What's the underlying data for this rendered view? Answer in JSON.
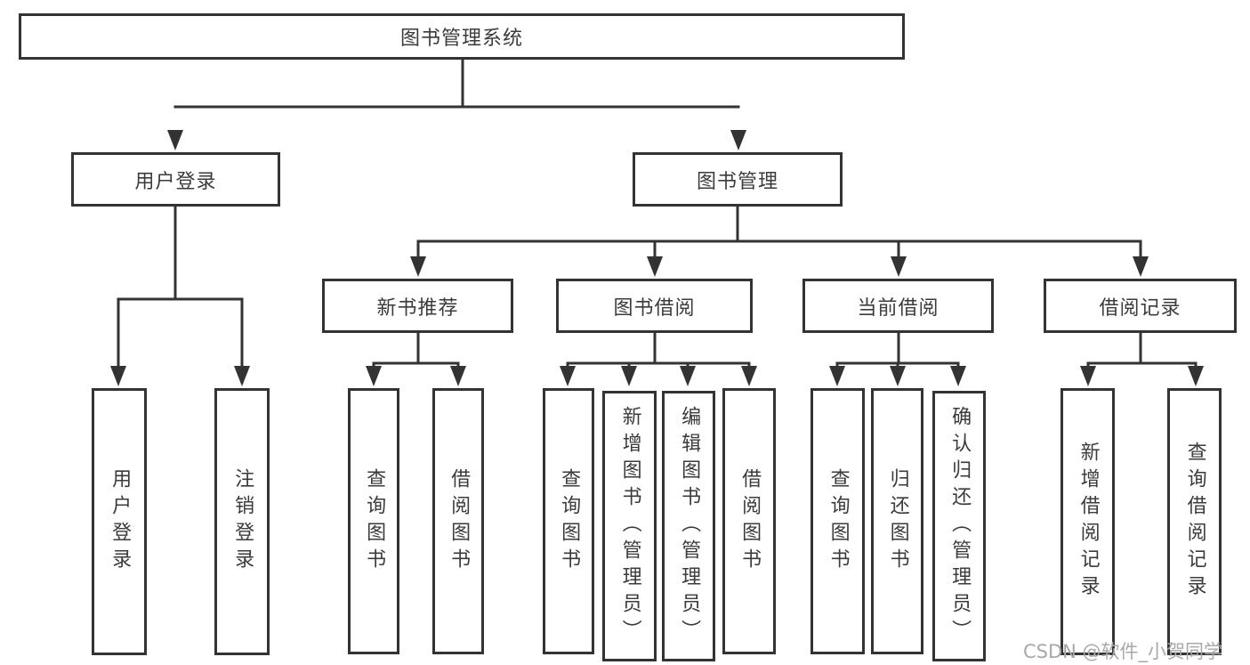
{
  "diagram": {
    "root": {
      "label": "图书管理系统"
    },
    "branches": [
      {
        "label": "用户登录",
        "children": [
          {
            "label": "用户登录"
          },
          {
            "label": "注销登录"
          }
        ]
      },
      {
        "label": "图书管理",
        "children": [
          {
            "label": "新书推荐",
            "children": [
              {
                "label": "查询图书"
              },
              {
                "label": "借阅图书"
              }
            ]
          },
          {
            "label": "图书借阅",
            "children": [
              {
                "label": "查询图书"
              },
              {
                "label": "新增图书（管理员）"
              },
              {
                "label": "编辑图书（管理员）"
              },
              {
                "label": "借阅图书"
              }
            ]
          },
          {
            "label": "当前借阅",
            "children": [
              {
                "label": "查询图书"
              },
              {
                "label": "归还图书"
              },
              {
                "label": "确认归还（管理员）"
              }
            ]
          },
          {
            "label": "借阅记录",
            "children": [
              {
                "label": "新增借阅记录"
              },
              {
                "label": "查询借阅记录"
              }
            ]
          }
        ]
      }
    ]
  },
  "watermark": {
    "text": "CSDN @软件_小贺同学"
  },
  "colors": {
    "line": "#333333",
    "text": "#3b3b3b",
    "background": "#ffffff",
    "watermark": "#a8a8a8"
  }
}
